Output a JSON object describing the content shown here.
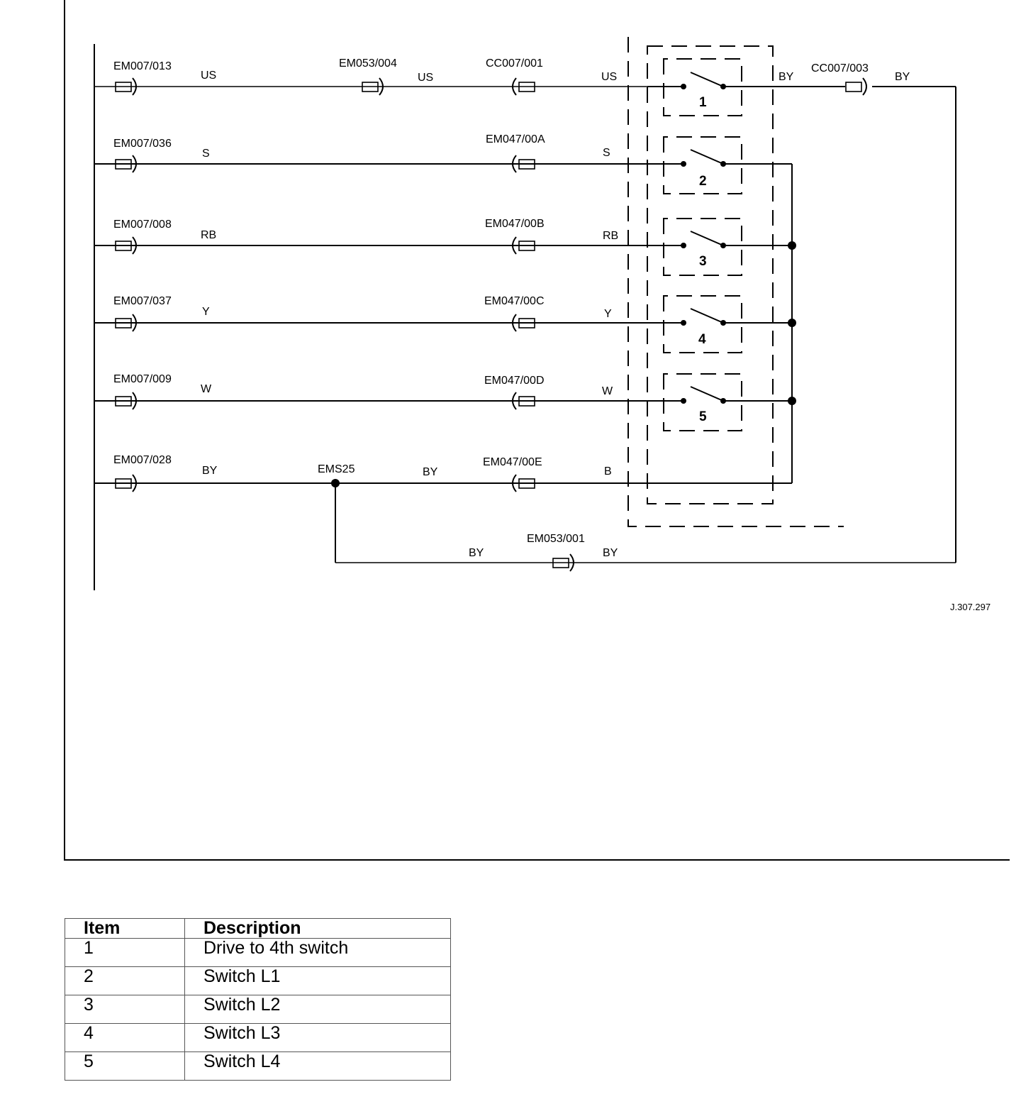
{
  "rows": [
    {
      "connector": "EM007/013",
      "wire": "US"
    },
    {
      "connector": "EM007/036",
      "wire": "S"
    },
    {
      "connector": "EM007/008",
      "wire": "RB"
    },
    {
      "connector": "EM007/037",
      "wire": "Y"
    },
    {
      "connector": "EM007/009",
      "wire": "W"
    },
    {
      "connector": "EM007/028",
      "wire": "BY"
    }
  ],
  "row1": {
    "mid_connector": "EM053/004",
    "mid_wire": "US",
    "right_connector": "CC007/001",
    "right_wire": "US"
  },
  "mid_connectors": [
    "EM047/00A",
    "EM047/00B",
    "EM047/00C",
    "EM047/00D",
    "EM047/00E"
  ],
  "right_wires": [
    "S",
    "RB",
    "Y",
    "W",
    "B"
  ],
  "splice": {
    "label": "EMS25",
    "wire": "BY"
  },
  "output": {
    "wire_left": "BY",
    "connector": "CC007/003",
    "wire_right": "BY"
  },
  "bottom": {
    "wire_left": "BY",
    "connector": "EM053/001",
    "wire_right": "BY"
  },
  "switches": [
    "1",
    "2",
    "3",
    "4",
    "5"
  ],
  "figure_ref": "J.307.297",
  "table": {
    "headers": [
      "Item",
      "Description"
    ],
    "rows": [
      {
        "item": "1",
        "description": "Drive to 4th switch"
      },
      {
        "item": "2",
        "description": "Switch L1"
      },
      {
        "item": "3",
        "description": "Switch L2"
      },
      {
        "item": "4",
        "description": "Switch L3"
      },
      {
        "item": "5",
        "description": "Switch L4"
      }
    ]
  }
}
